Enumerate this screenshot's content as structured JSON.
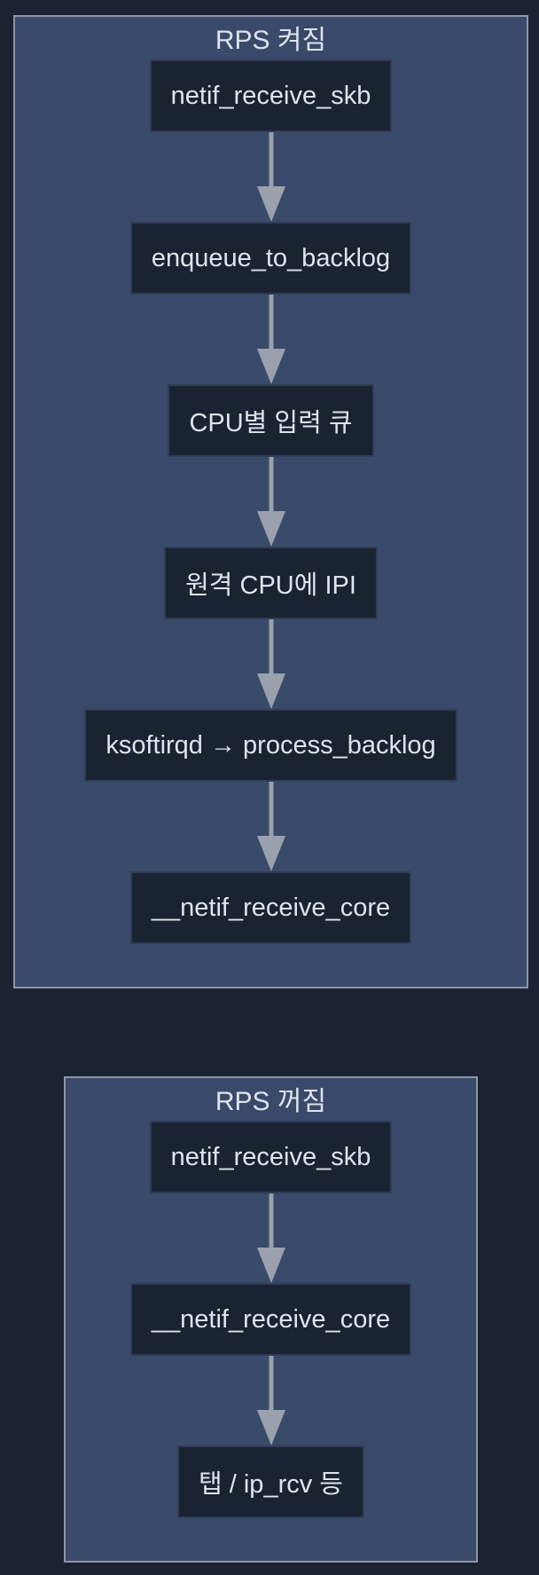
{
  "diagram": {
    "panels": [
      {
        "title": "RPS 켜짐",
        "nodes": [
          "netif_receive_skb",
          "enqueue_to_backlog",
          "CPU별 입력 큐",
          "원격 CPU에 IPI",
          "ksoftirqd → process_backlog",
          "__netif_receive_core"
        ]
      },
      {
        "title": "RPS 꺼짐",
        "nodes": [
          "netif_receive_skb",
          "__netif_receive_core",
          "탭 / ip_rcv 등"
        ]
      }
    ],
    "colors": {
      "page_background": "#1b2231",
      "panel_fill": "#3a4a6a",
      "panel_border": "#8e96a6",
      "node_fill": "#1a2332",
      "node_border": "#2f3d55",
      "text": "#dfe4ec",
      "arrow": "#9aa1ad"
    }
  }
}
